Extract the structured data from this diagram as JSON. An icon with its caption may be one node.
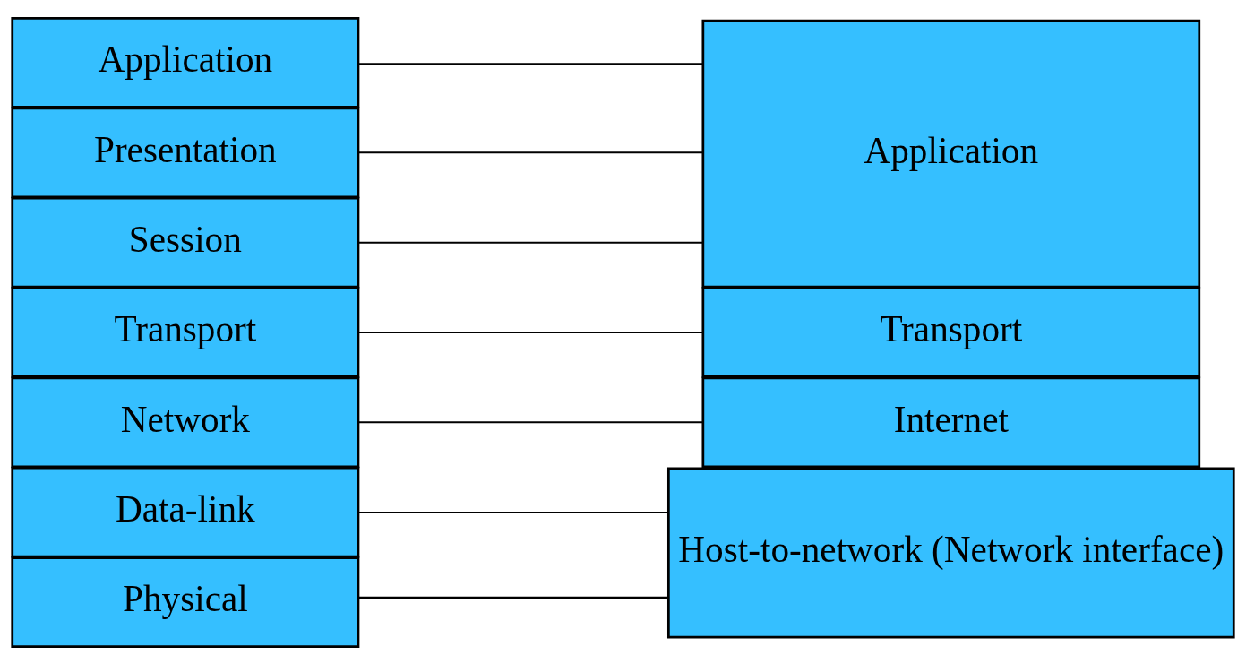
{
  "diagram": {
    "nodes": [
      {
        "text": [
          "Application"
        ]
      },
      {
        "text": [
          "Presentation"
        ]
      },
      {
        "text": [
          "Session"
        ]
      },
      {
        "text": [
          "Transport"
        ]
      },
      {
        "text": [
          "Network"
        ]
      },
      {
        "text": [
          "Data-link"
        ]
      },
      {
        "text": [
          "Physical"
        ]
      },
      {
        "text": [
          "Application"
        ]
      },
      {
        "text": [
          "Transport"
        ]
      },
      {
        "text": [
          "Internet"
        ]
      },
      {
        "text": [
          "Host-to-network (Network interface)"
        ]
      }
    ],
    "edges": [
      {
        "from": 0,
        "to": 7,
        "arrow": "none"
      },
      {
        "from": 1,
        "to": 7,
        "arrow": "none"
      },
      {
        "from": 2,
        "to": 7,
        "arrow": "none"
      },
      {
        "from": 3,
        "to": 8,
        "arrow": "none"
      },
      {
        "from": 4,
        "to": 9,
        "arrow": "none"
      },
      {
        "from": 5,
        "to": 10,
        "arrow": "none"
      },
      {
        "from": 6,
        "to": 10,
        "arrow": "none"
      }
    ]
  }
}
